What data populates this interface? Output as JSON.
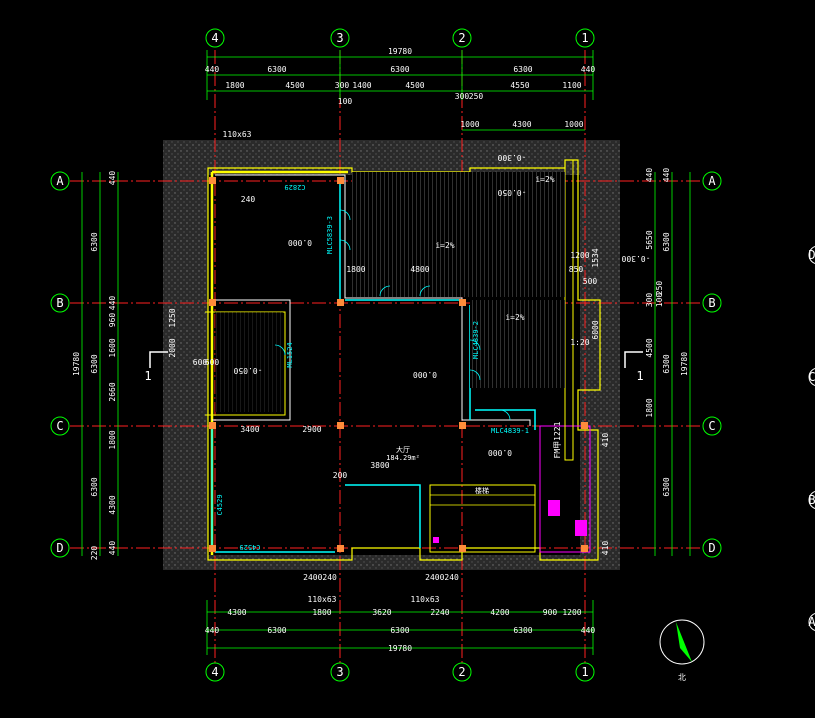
{
  "grid": {
    "cols": [
      "4",
      "3",
      "2",
      "1"
    ],
    "rows": [
      "A",
      "B",
      "C",
      "D"
    ],
    "right_partial": [
      "D",
      "C",
      "B",
      "A"
    ]
  },
  "dims": {
    "top_total": "19780",
    "top_bays": [
      "6300",
      "6300",
      "6300"
    ],
    "top_edges": [
      "440",
      "440"
    ],
    "top_detail": [
      "1800",
      "4500",
      "300",
      "1400",
      "4500",
      "300",
      "250",
      "4550",
      "1100"
    ],
    "top_inner": [
      "1000",
      "4300",
      "1000"
    ],
    "top_mark": "100",
    "bottom_total": "19780",
    "bottom_bays": [
      "6300",
      "6300",
      "6300"
    ],
    "bottom_edges": [
      "440",
      "440"
    ],
    "bottom_detail": [
      "4300",
      "1800",
      "3620",
      "2240",
      "4200",
      "900",
      "1200"
    ],
    "left_total": "19780",
    "left_bays": [
      "6300",
      "6300",
      "6300"
    ],
    "left_detail": [
      "960",
      "1600",
      "2660",
      "1800",
      "4300"
    ],
    "left_edges": [
      "440",
      "440",
      "440",
      "220"
    ],
    "right_total": "19780",
    "right_bays": [
      "6300",
      "6300",
      "6300"
    ],
    "right_detail": [
      "5650",
      "300",
      "100",
      "250",
      "4500",
      "1800"
    ],
    "right_edges": [
      "440",
      "440",
      "410",
      "410"
    ]
  },
  "labels": {
    "elev_a": "-0.300",
    "elev_b": "-0.050",
    "elev_c": "0.000",
    "elev_d": "-0.300",
    "elev_e": "0.000",
    "elev_f": "-0.050",
    "elev_g": "0.000",
    "slope1": "i=2%",
    "slope2": "i=2%",
    "slope3": "i=2%",
    "slope4": "1:20",
    "door1": "MLC5839-3",
    "door2": "MLC4839-2",
    "door3": "MLC4839-1",
    "door4": "ML1524",
    "win1": "C2829",
    "win2": "C4529",
    "win3": "C4529",
    "win4": "FM甲1221",
    "dim240": "240",
    "dim1800": "1800",
    "dim4800": "4800",
    "dim1200": "1200",
    "dim850": "850",
    "dim500": "500",
    "dim1250": "1250",
    "dim2000": "2000",
    "dim600a": "600",
    "dim600b": "600",
    "dim3400": "3400",
    "dim2900": "2900",
    "dim3800": "3800",
    "dim200": "200",
    "dim1534": "1534",
    "dim6000": "6000",
    "dim2400": "2400240",
    "pipe1": "110x63",
    "pipe2": "110x63",
    "pipe3": "110x63",
    "section1": "1",
    "section2": "1",
    "north": "北",
    "room_hall": "大厅",
    "room_stair": "楼梯",
    "room_area": "184.29m²"
  }
}
